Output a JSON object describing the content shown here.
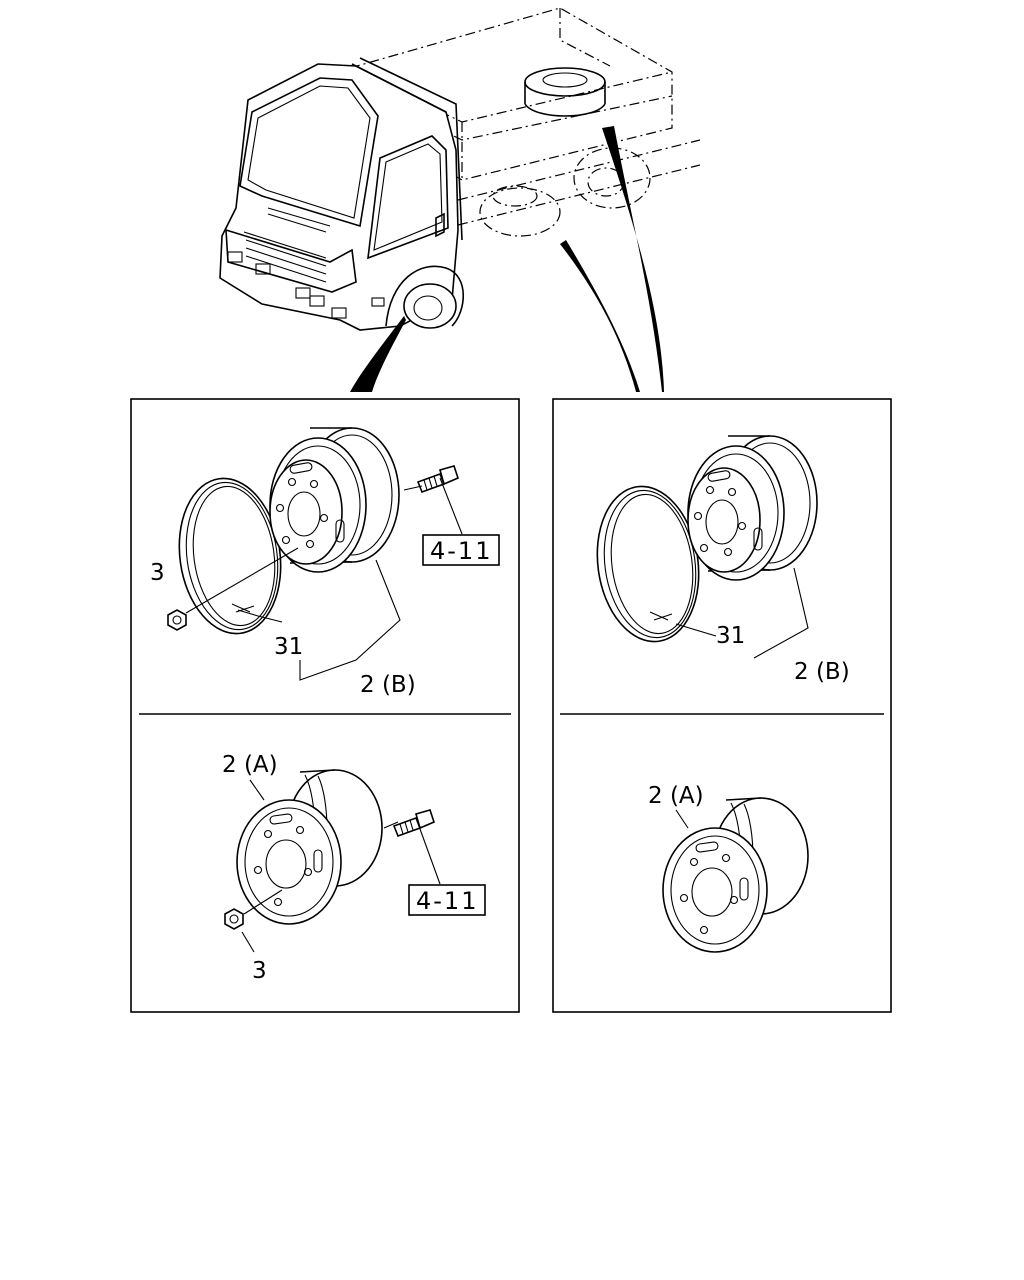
{
  "labels": {
    "left_top": {
      "part_3": "3",
      "part_31": "31",
      "part_2b": "2 (B)",
      "ref": "4-11"
    },
    "left_bottom": {
      "part_2a": "2 (A)",
      "part_3": "3",
      "ref": "4-11"
    },
    "right_top": {
      "part_31": "31",
      "part_2b": "2 (B)"
    },
    "right_bottom": {
      "part_2a": "2 (A)"
    }
  }
}
